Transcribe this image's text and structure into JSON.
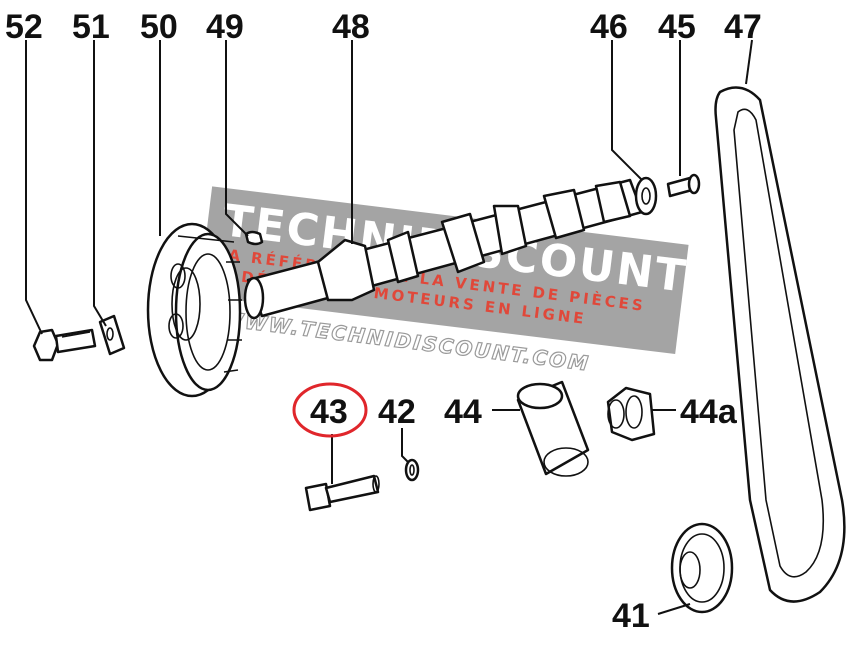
{
  "labels": {
    "p52": "52",
    "p51": "51",
    "p50": "50",
    "p49": "49",
    "p48": "48",
    "p46": "46",
    "p45": "45",
    "p47": "47",
    "p43": "43",
    "p42": "42",
    "p44": "44",
    "p44a": "44a",
    "p41": "41"
  },
  "watermark": {
    "brand": "TECHNIDISCOUNT",
    "tagline_1": "LA RÉFÉRENCE DE LA VENTE DE PIÈCES",
    "tagline_2": "DÉTACHÉES MOTEURS EN LIGNE",
    "url": "WWW.TECHNIDISCOUNT.COM"
  },
  "colors": {
    "highlight_circle": "#e0262b",
    "watermark_band": "#8a8a8a",
    "watermark_accent": "#e0483a"
  }
}
